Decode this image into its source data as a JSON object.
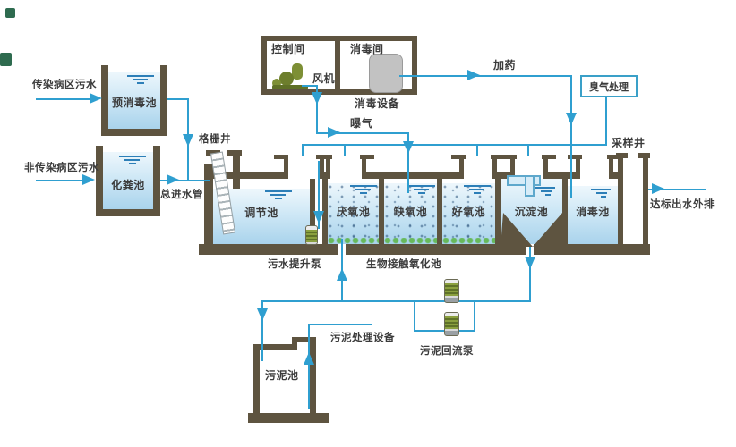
{
  "colors": {
    "wall": "#5e5440",
    "pipe": "#2f9fd0",
    "wave": "#2d7fb8",
    "green_band": "#67b95b",
    "pump_green": "#7d8f35",
    "device_gray": "#c2c2c2",
    "odor_box_border": "#3aa0c8",
    "text": "#3b3b3b"
  },
  "inlets": {
    "infectious": "传染病区污水",
    "non_infectious": "非传染病区污水"
  },
  "pretreatment": {
    "pre_disinfection_tank": "预消毒池",
    "septic_tank": "化粪池",
    "grid_well": "格栅井",
    "main_inlet_pipe": "总进水管"
  },
  "building": {
    "control_room": "控制间",
    "fan": "风机",
    "disinfection_room": "消毒间",
    "disinfection_equipment": "消毒设备"
  },
  "flows": {
    "aeration": "曝气",
    "dosing": "加药",
    "odor_treatment": "臭气处理",
    "effluent": "达标出水外排"
  },
  "basin": {
    "regulating_tank": "调节池",
    "anaerobic_tank": "厌氧池",
    "anoxic_tank": "缺氧池",
    "aerobic_tank": "好氧池",
    "sedimentation_tank": "沉淀池",
    "disinfection_tank": "消毒池",
    "sampling_well": "采样井",
    "sewage_lift_pump": "污水提升泵",
    "bio_contact_oxidation_tank": "生物接触氧化池"
  },
  "sludge": {
    "sludge_tank": "污泥池",
    "sludge_treatment_equipment": "污泥处理设备",
    "sludge_return_pump": "污泥回流泵"
  }
}
